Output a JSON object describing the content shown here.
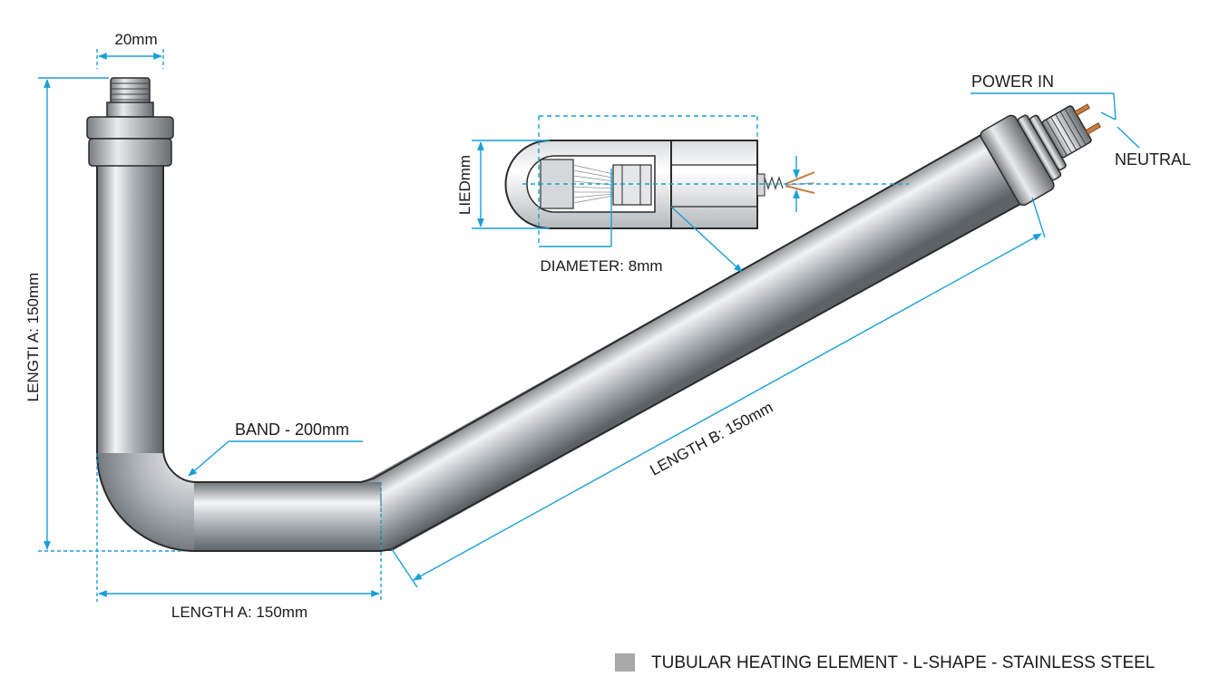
{
  "diagram": {
    "caption": "TUBULAR HEATING ELEMENT - L-SHAPE - STAINLESS STEEL",
    "labels": {
      "fitting_width": "20mm",
      "vertical_length": "LENGTI A: 150mm",
      "bend": "BAND - 200mm",
      "horizontal_length": "LENGTH A: 150mm",
      "diagonal_length": "LENGTH B: 150mm",
      "detail_diameter": "DIAMETER: 8mm",
      "detail_height": "LIEDmm",
      "power_in": "POWER IN",
      "neutral": "NEUTRAL"
    },
    "colors": {
      "dimension_line": "#1a9fd6",
      "tube_outline": "#2b2b2b",
      "caption_swatch": "#a8a8a8",
      "wire_copper": "#c77b3e"
    }
  }
}
